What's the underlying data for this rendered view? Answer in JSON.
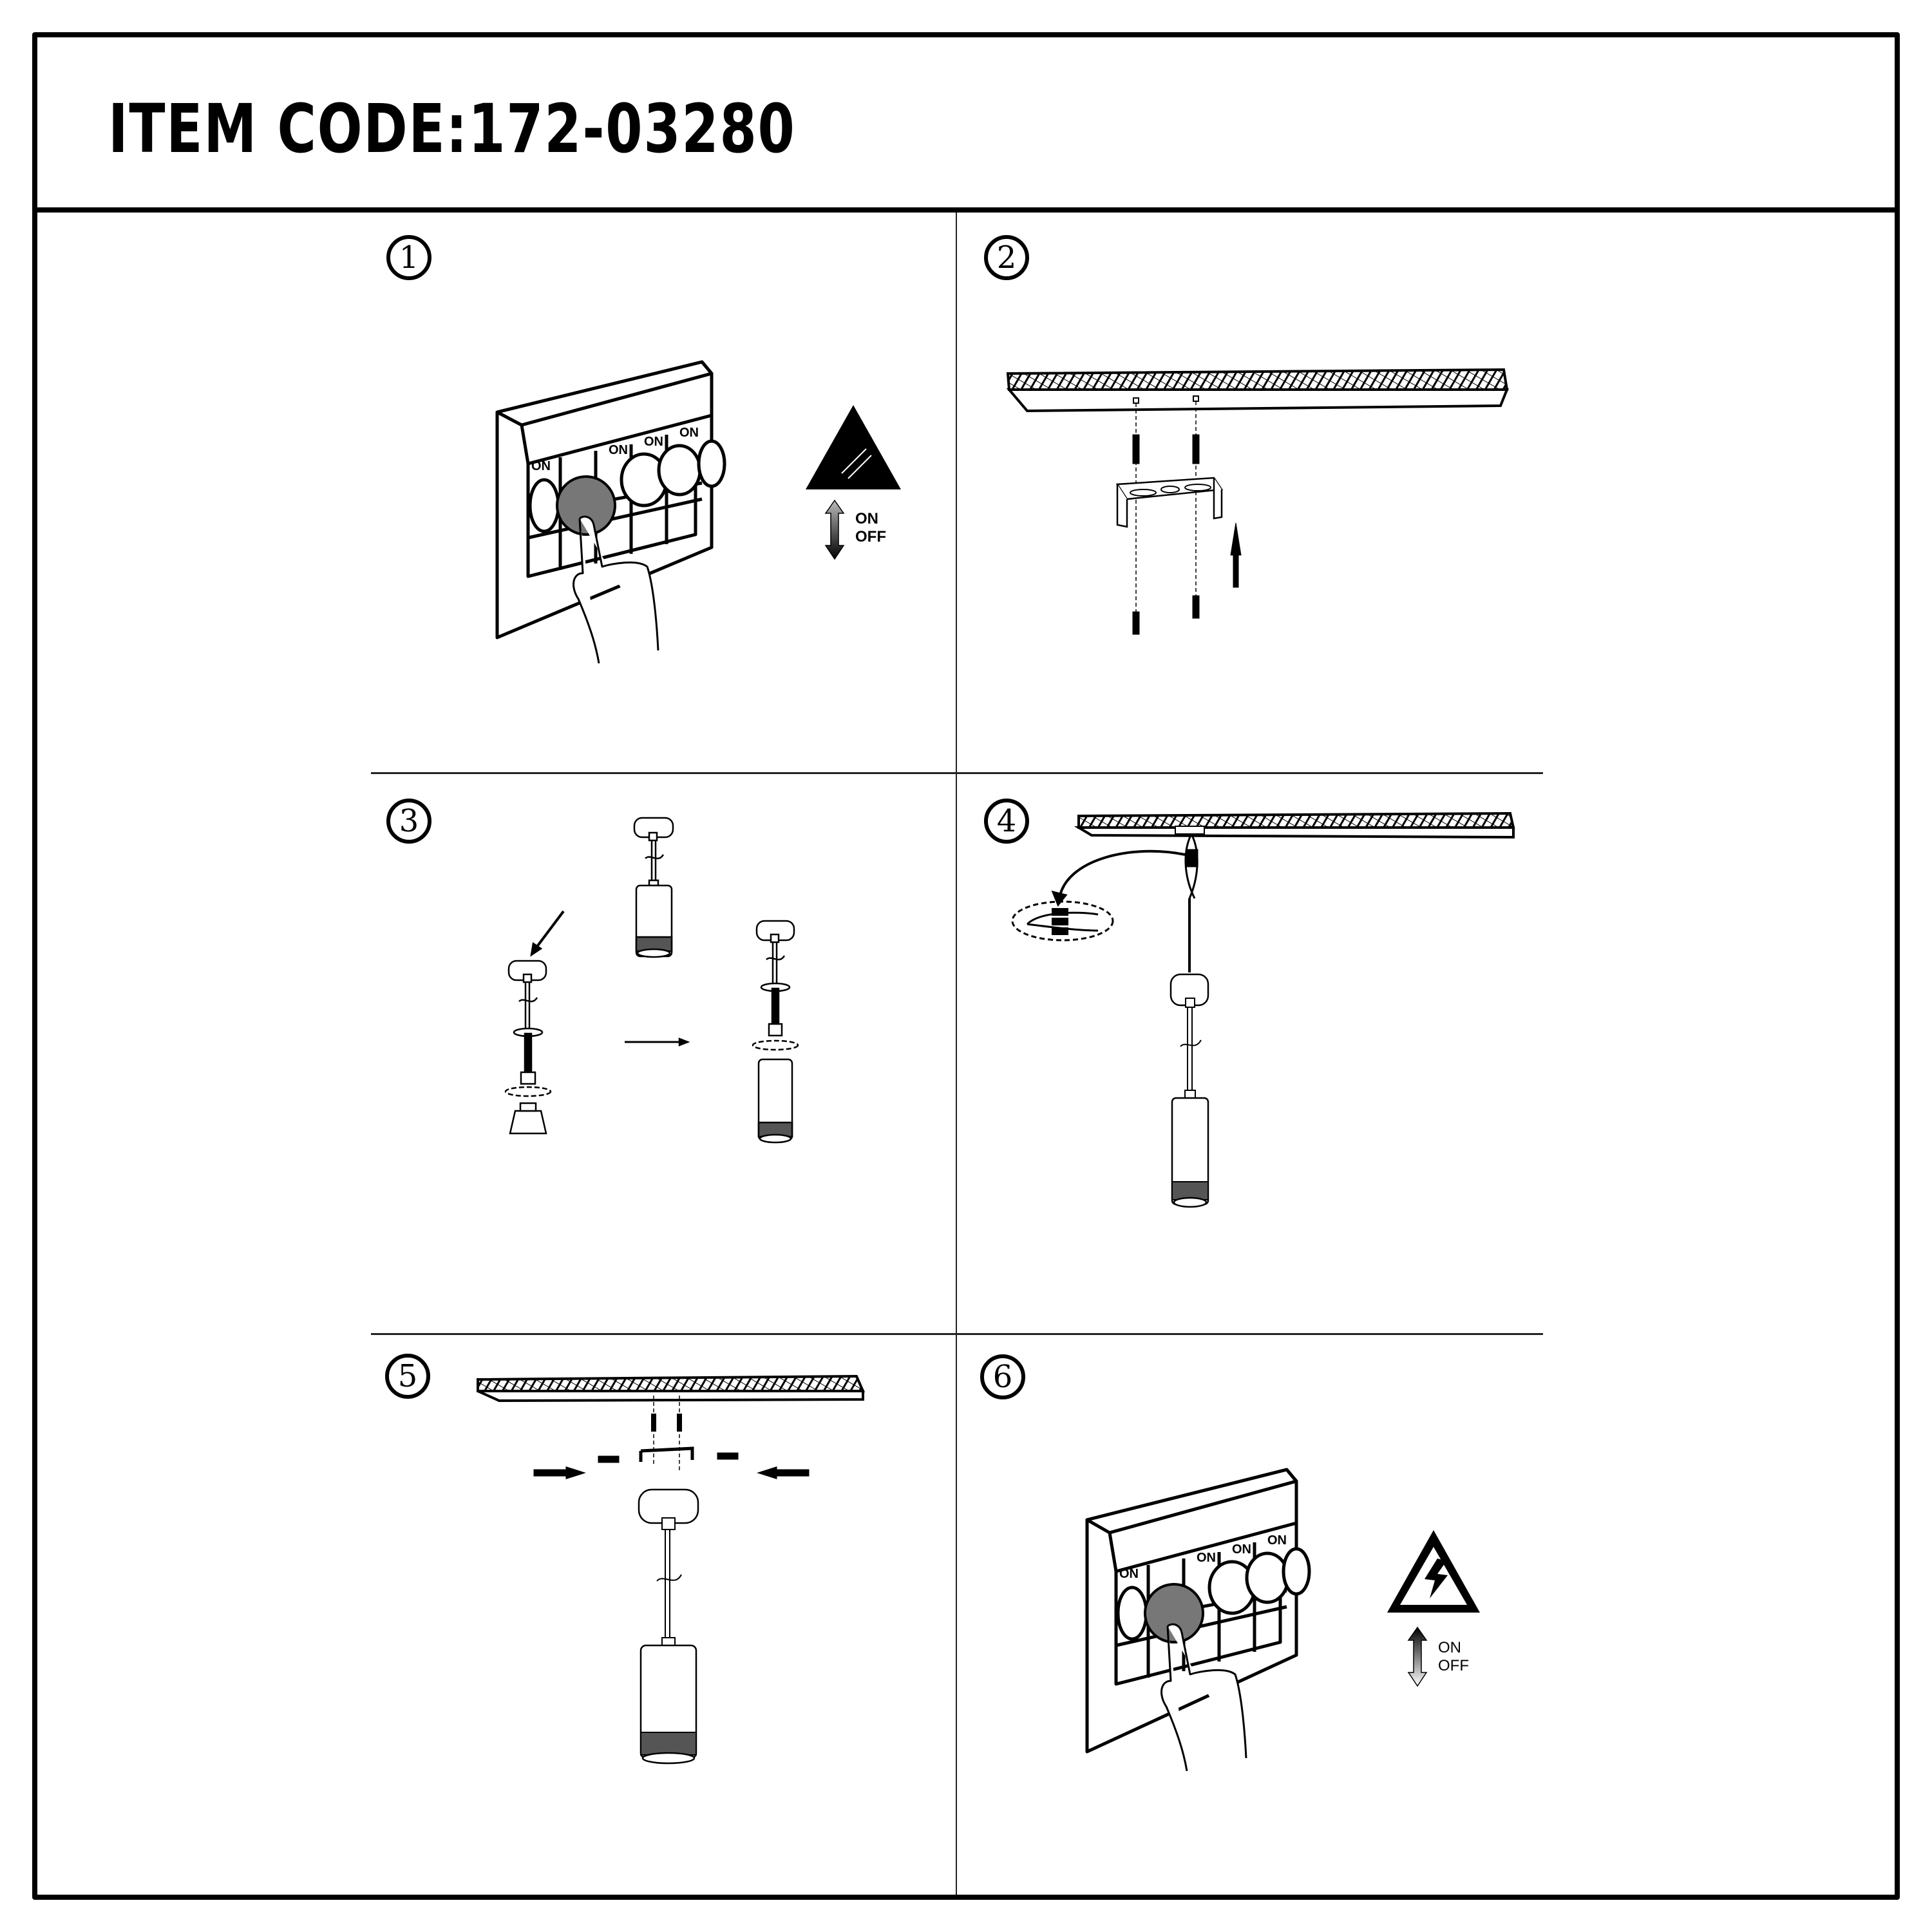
{
  "header": {
    "title": "ITEM CODE:172-03280"
  },
  "steps": [
    {
      "number": "1",
      "illustration": "wall-switch-turn-off",
      "warning_icon": "caution-triangle-icon",
      "switch_labels": [
        "ON",
        "ON",
        "ON",
        "ON"
      ],
      "toggle_label_on": "ON",
      "toggle_label_off": "OFF"
    },
    {
      "number": "2",
      "illustration": "ceiling-bracket-mounting",
      "parts": [
        "ceiling",
        "wall-plugs",
        "mounting-bracket",
        "screws",
        "up-arrow"
      ]
    },
    {
      "number": "3",
      "illustration": "bulb-installation",
      "parts": [
        "pendant-assembled",
        "gu10-bulb",
        "lamp-holder",
        "shade-cylinder",
        "right-arrow"
      ]
    },
    {
      "number": "4",
      "illustration": "wiring-connection",
      "parts": [
        "ceiling",
        "terminal-block",
        "pendant"
      ]
    },
    {
      "number": "5",
      "illustration": "canopy-fixing",
      "parts": [
        "ceiling",
        "bracket",
        "side-screws",
        "inward-arrows",
        "pendant"
      ]
    },
    {
      "number": "6",
      "illustration": "wall-switch-turn-on",
      "warning_icon": "electric-hazard-icon",
      "switch_labels": [
        "ON",
        "ON",
        "ON",
        "ON"
      ],
      "toggle_label_on": "ON",
      "toggle_label_off": "OFF"
    }
  ],
  "colors": {
    "line": "#000000",
    "background": "#ffffff",
    "divider": "#222222"
  }
}
